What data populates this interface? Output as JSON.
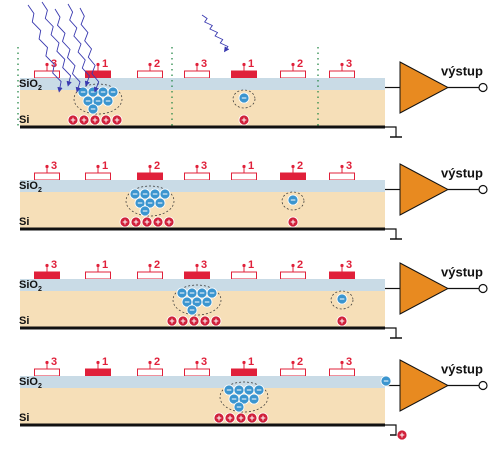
{
  "labels": {
    "oxide": "SiO",
    "oxide_sub": "2",
    "silicon": "Si",
    "output": "výstup"
  },
  "electrode_phases": [
    "3",
    "1",
    "2",
    "3",
    "1",
    "2",
    "3"
  ],
  "signs": {
    "electron": "−",
    "hole": "+"
  },
  "colors": {
    "oxide": "#c9dbe6",
    "silicon": "#f6dfb8",
    "electrode_active": "#e0203a",
    "electrode_label": "#e0203a",
    "electron": "#3b95cf",
    "hole": "#d0203a",
    "amplifier": "#e88a20",
    "photon": "#3a3ab0",
    "divider": "#2a8a4a"
  },
  "panels": [
    {
      "active_phase": "1",
      "photons": true,
      "packet_a": {
        "electrode": 1,
        "electrons": 8,
        "holes": 5
      },
      "packet_b": {
        "electrode": 4,
        "electrons": 1,
        "holes": 1
      },
      "output_electron": false,
      "output_hole": false
    },
    {
      "active_phase": "2",
      "photons": false,
      "packet_a": {
        "electrode": 2,
        "electrons": 8,
        "holes": 5
      },
      "packet_b": {
        "electrode": 5,
        "electrons": 1,
        "holes": 1
      },
      "output_electron": false,
      "output_hole": false
    },
    {
      "active_phase": "3",
      "photons": false,
      "packet_a": {
        "electrode": 3,
        "electrons": 8,
        "holes": 5
      },
      "packet_b": {
        "electrode": 6,
        "electrons": 1,
        "holes": 1
      },
      "output_electron": false,
      "output_hole": false
    },
    {
      "active_phase": "1",
      "photons": false,
      "packet_a": {
        "electrode": 4,
        "electrons": 8,
        "holes": 5
      },
      "packet_b": null,
      "output_electron": true,
      "output_hole": true
    }
  ]
}
